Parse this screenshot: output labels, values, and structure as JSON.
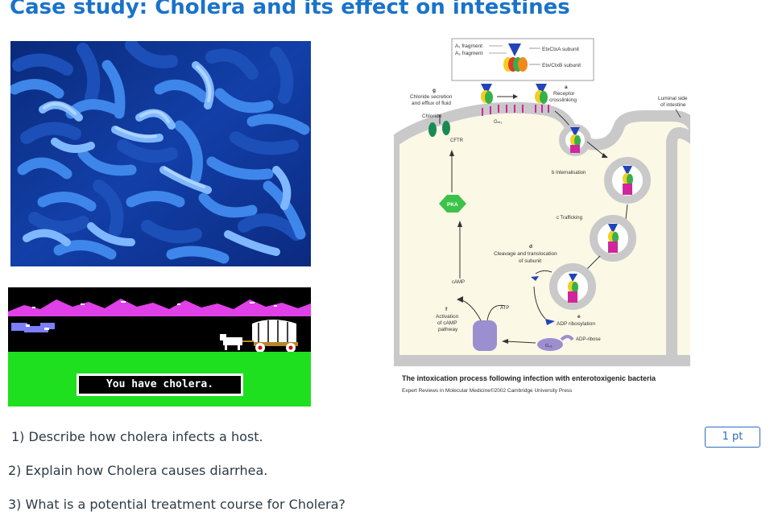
{
  "page": {
    "title": "Case study: Cholera and its effect on intestines"
  },
  "game_image": {
    "message": "You have cholera."
  },
  "diagram": {
    "labels": {
      "a1_fragment": "A₁ fragment",
      "a2_fragment": "A₂ fragment",
      "etxa": "EtxCtxA subunit",
      "etxb": "Etx/CtxB subunit",
      "g_letter": "g",
      "chloride_secretion": "Chloride secretion",
      "efflux": "and efflux of fluid",
      "chloride": "Chloride",
      "cftr": "CFTR",
      "gm1": "Gₘ₁",
      "a_letter": "a",
      "receptor": "Receptor",
      "crosslinking": "crosslinking",
      "luminal_side": "Luminal side",
      "of_intestine": "of intestine",
      "internalisation": "b Internalisation",
      "pka": "PKA",
      "trafficking": "c Trafficking",
      "d_letter": "d",
      "cleavage": "Cleavage and translocation",
      "of_subunit": "of subunit",
      "camp": "cAMP",
      "atp": "ATP",
      "f_letter": "f",
      "activation": "Activation",
      "of_camp": "of cAMP",
      "pathway": "pathway",
      "e_letter": "e",
      "adp_ribosylation": "ADP ribosylation",
      "adp_ribose": "ADP-ribose",
      "gsa": "Gₛₐ"
    },
    "caption": "The intoxication process following infection with enterotoxigenic bacteria",
    "credit": "Expert Reviews in Molecular Medicine©2002 Cambridge University Press"
  },
  "questions": {
    "q1": "1) Describe how cholera infects a host.",
    "q2": "2) Explain how Cholera causes diarrhea.",
    "q3": "3) What is a potential treatment course for Cholera?"
  },
  "points": {
    "label": "1 pt"
  },
  "colors": {
    "title": "#1a73c9",
    "bacteria": "#2f7de0",
    "cell": "#fcf8e6",
    "membrane": "#c9c9c9",
    "grass": "#1ee01e",
    "mountains": "#e040e8",
    "pka": "#3bc24a",
    "points_border": "#2d6cc0"
  }
}
